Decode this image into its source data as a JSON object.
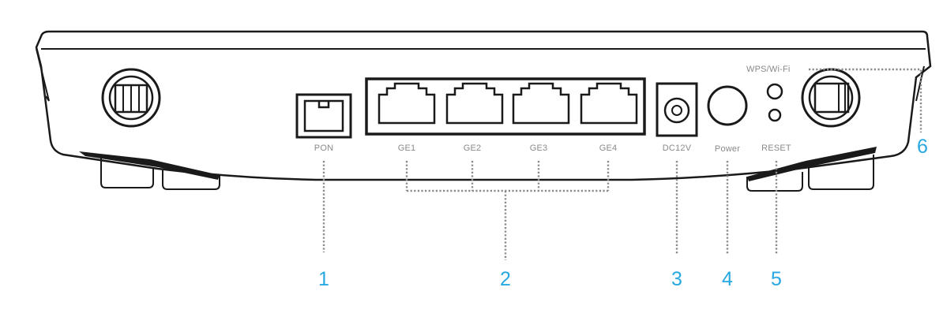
{
  "labels": {
    "pon": "PON",
    "ge1": "GE1",
    "ge2": "GE2",
    "ge3": "GE3",
    "ge4": "GE4",
    "dc": "DC12V",
    "power": "Power",
    "reset": "RESET",
    "wps": "WPS/Wi-Fi"
  },
  "callouts": {
    "c1": "1",
    "c2": "2",
    "c3": "3",
    "c4": "4",
    "c5": "5",
    "c6": "6"
  },
  "colors": {
    "callout": "#28a8e0",
    "label": "#8a8a8a",
    "line": "#1a1a1a"
  }
}
